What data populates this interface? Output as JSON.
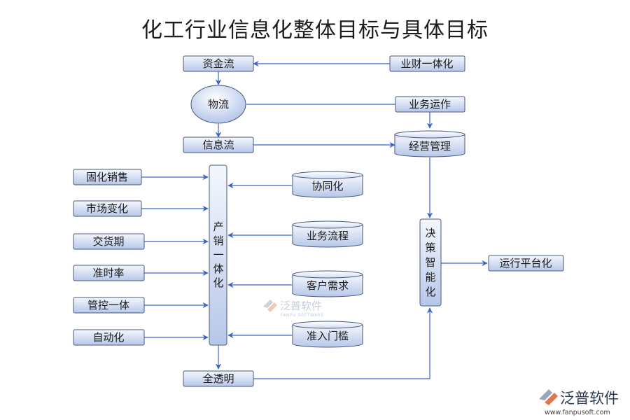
{
  "title": "化工行业信息化整体目标与具体目标",
  "nodes": {
    "capital_flow": "资金流",
    "business_finance": "业财一体化",
    "logistics": "物流",
    "business_operation": "业务运作",
    "info_flow": "信息流",
    "operation_management": "经营管理",
    "fixed_sales": "固化销售",
    "market_change": "市场变化",
    "delivery_period": "交货期",
    "punctuality": "准时率",
    "control_integration": "管控一体",
    "automation": "自动化",
    "prod_sales_integration": "产销一体化",
    "collaboration": "协同化",
    "business_process": "业务流程",
    "customer_demand": "客户需求",
    "entry_threshold": "准入门槛",
    "decision_intelligence": "决策智能化",
    "platform_operation": "运行平台化",
    "full_transparency": "全透明"
  },
  "watermark": {
    "center_brand": "泛普软件",
    "center_sub": "FANPU SOFTWARE",
    "corner_brand": "泛普软件",
    "corner_url": "www.fanpusoft.com"
  },
  "colors": {
    "box_top": "#f3f6fd",
    "box_bottom": "#b9c9ea",
    "box_border": "#4a5a78",
    "arrow": "#3a66c9"
  }
}
